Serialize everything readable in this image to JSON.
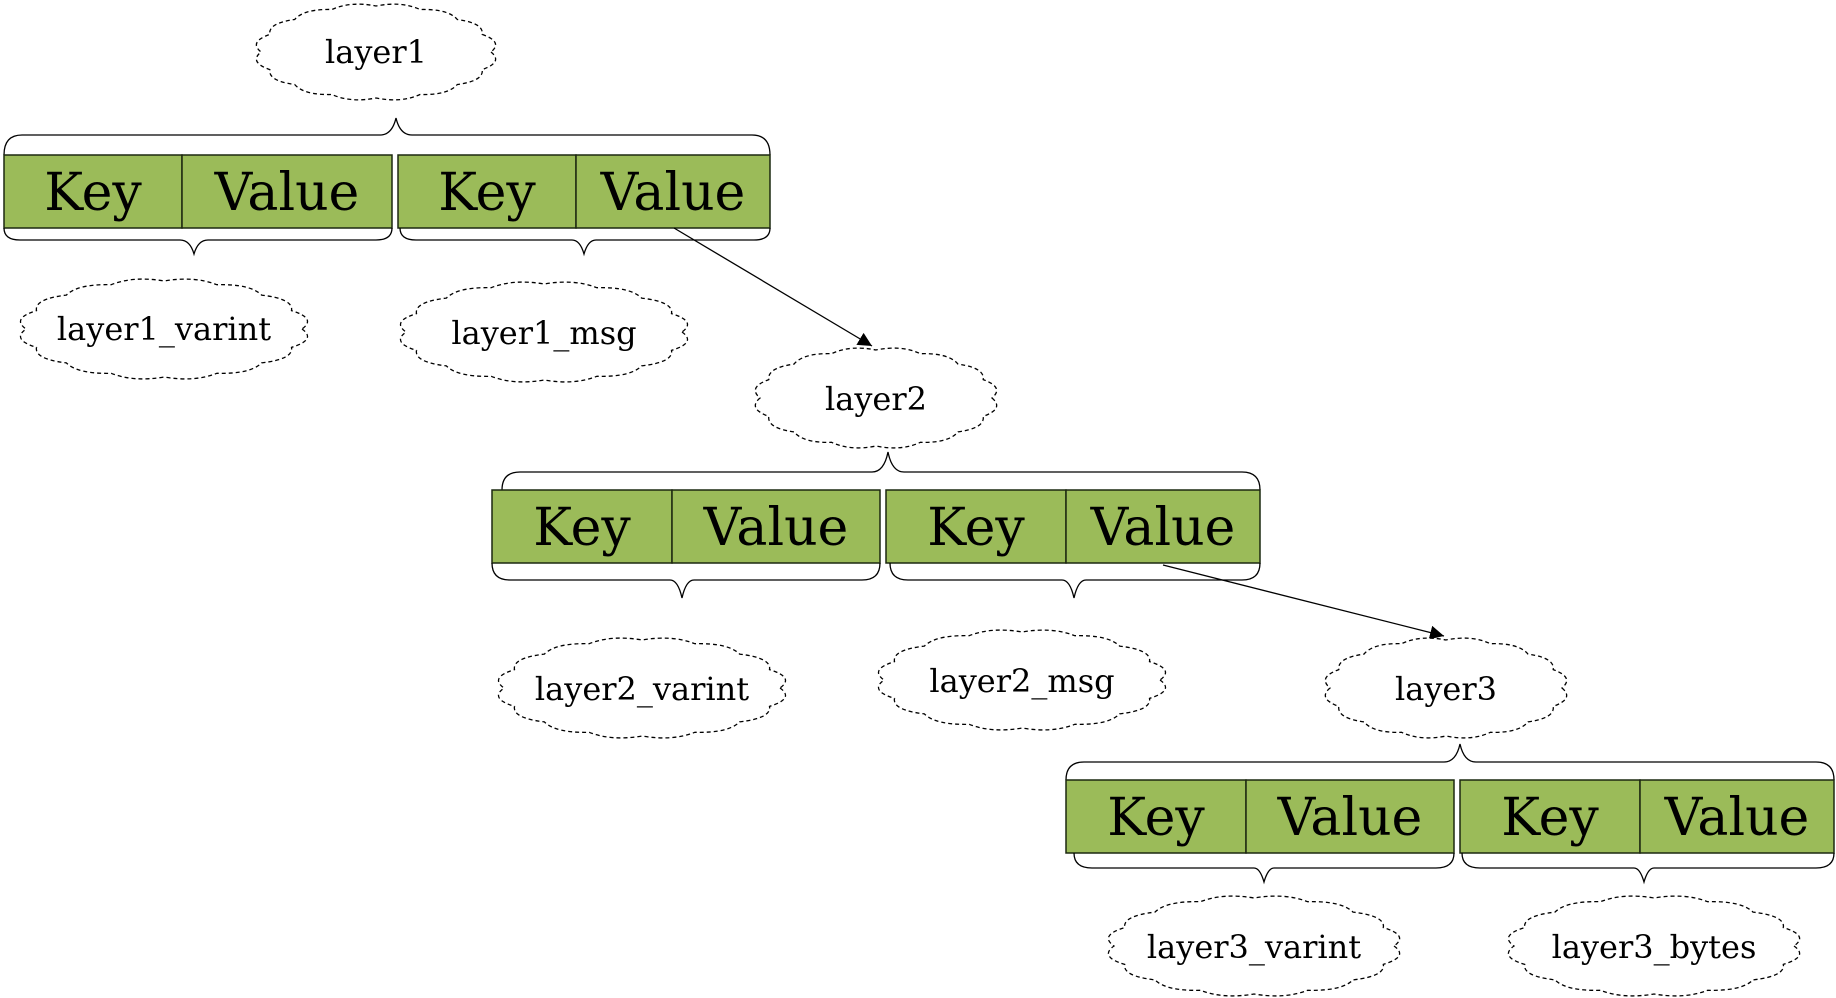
{
  "colors": {
    "cell_fill": "#9bbb59",
    "line": "#000000"
  },
  "clouds": [
    {
      "id": "layer1",
      "label": "layer1"
    },
    {
      "id": "layer1_varint",
      "label": "layer1_varint"
    },
    {
      "id": "layer1_msg",
      "label": "layer1_msg"
    },
    {
      "id": "layer2",
      "label": "layer2"
    },
    {
      "id": "layer2_varint",
      "label": "layer2_varint"
    },
    {
      "id": "layer2_msg",
      "label": "layer2_msg"
    },
    {
      "id": "layer3",
      "label": "layer3"
    },
    {
      "id": "layer3_varint",
      "label": "layer3_varint"
    },
    {
      "id": "layer3_bytes",
      "label": "layer3_bytes"
    }
  ],
  "rows": [
    {
      "layer": "layer1",
      "pairs": [
        {
          "key": "Key",
          "value": "Value"
        },
        {
          "key": "Key",
          "value": "Value"
        }
      ]
    },
    {
      "layer": "layer2",
      "pairs": [
        {
          "key": "Key",
          "value": "Value"
        },
        {
          "key": "Key",
          "value": "Value"
        }
      ]
    },
    {
      "layer": "layer3",
      "pairs": [
        {
          "key": "Key",
          "value": "Value"
        },
        {
          "key": "Key",
          "value": "Value"
        }
      ]
    }
  ],
  "edges": [
    {
      "from": "rows.0.pairs.1.value",
      "to": "layer2"
    },
    {
      "from": "rows.1.pairs.1.value",
      "to": "layer3"
    }
  ]
}
